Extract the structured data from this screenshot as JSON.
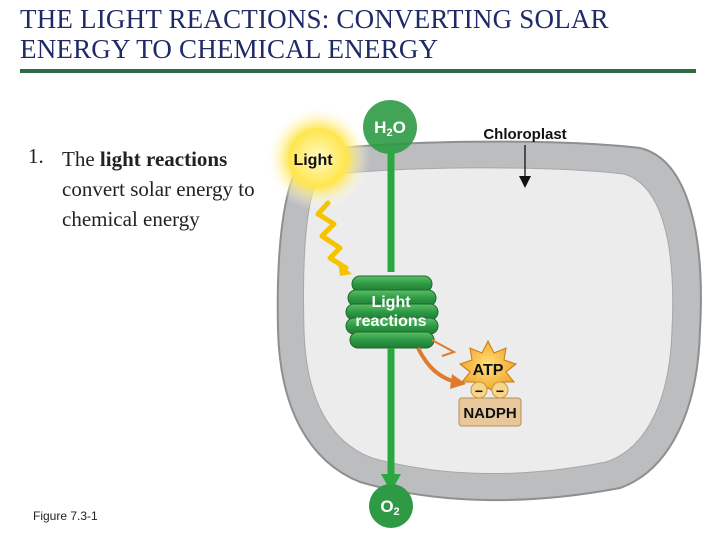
{
  "slide": {
    "title_line1": "THE LIGHT REACTIONS: CONVERTING SOLAR",
    "title_line2": "ENERGY TO CHEMICAL ENERGY",
    "list_number": "1.",
    "list_pre": "The ",
    "list_bold": "light reactions",
    "list_post": " convert solar energy to chemical energy",
    "figure_caption": "Figure 7.3-1"
  },
  "diagram": {
    "chloroplast_label": "Chloroplast",
    "light_label": "Light",
    "water": {
      "base": "H",
      "sub": "2",
      "tail": "O"
    },
    "oxygen": {
      "base": "O",
      "sub": "2"
    },
    "reactions_line1": "Light",
    "reactions_line2": "reactions",
    "atp_label": "ATP",
    "nadph_label": "NADPH",
    "electron_sign": "−"
  },
  "colors": {
    "title_text": "#1f2a66",
    "title_rule": "#2c6b45",
    "chloroplast_fill": "#bcbdbf",
    "stroma_fill": "#e9e9e9",
    "thylakoid_green": "#2e9a45",
    "arrow_green": "#2aa83f",
    "sun_yellow": "#ffe34a",
    "atp_orange": "#f2a12e",
    "nadph_tan": "#e8c79a",
    "output_arrow": "#e07a2e"
  }
}
